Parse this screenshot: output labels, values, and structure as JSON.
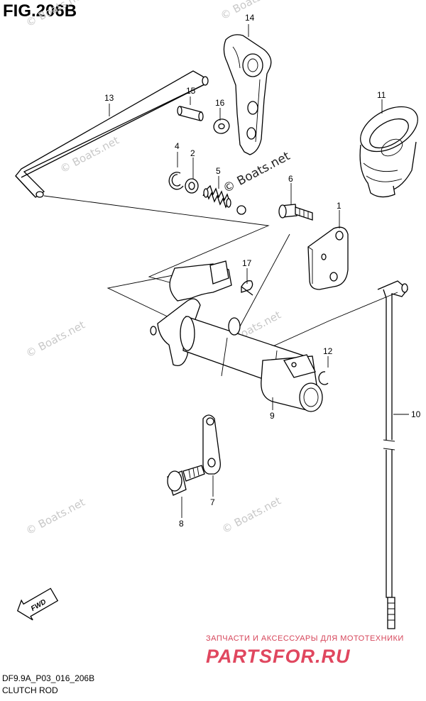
{
  "figure": {
    "title": "FIG.206B",
    "code": "DF9.9A_P03_016_206B",
    "name": "CLUTCH ROD"
  },
  "parts": {
    "p1": "1",
    "p2": "2",
    "p4": "4",
    "p5": "5",
    "p6": "6",
    "p7": "7",
    "p8": "8",
    "p9": "9",
    "p10": "10",
    "p11": "11",
    "p12": "12",
    "p13": "13",
    "p14": "14",
    "p15": "15",
    "p16": "16",
    "p17": "17"
  },
  "watermarks": {
    "main": "© Boats.net",
    "faint": "© Boats.net"
  },
  "fwd_label": "FWD",
  "promo": {
    "tagline": "ЗАПЧАСТИ И АКСЕССУАРЫ ДЛЯ МОТОТЕХНИКИ",
    "logo": "PARTSFOR.RU"
  },
  "colors": {
    "line": "#000000",
    "watermark": "#c8c8c8",
    "promo": "#e0475f"
  }
}
